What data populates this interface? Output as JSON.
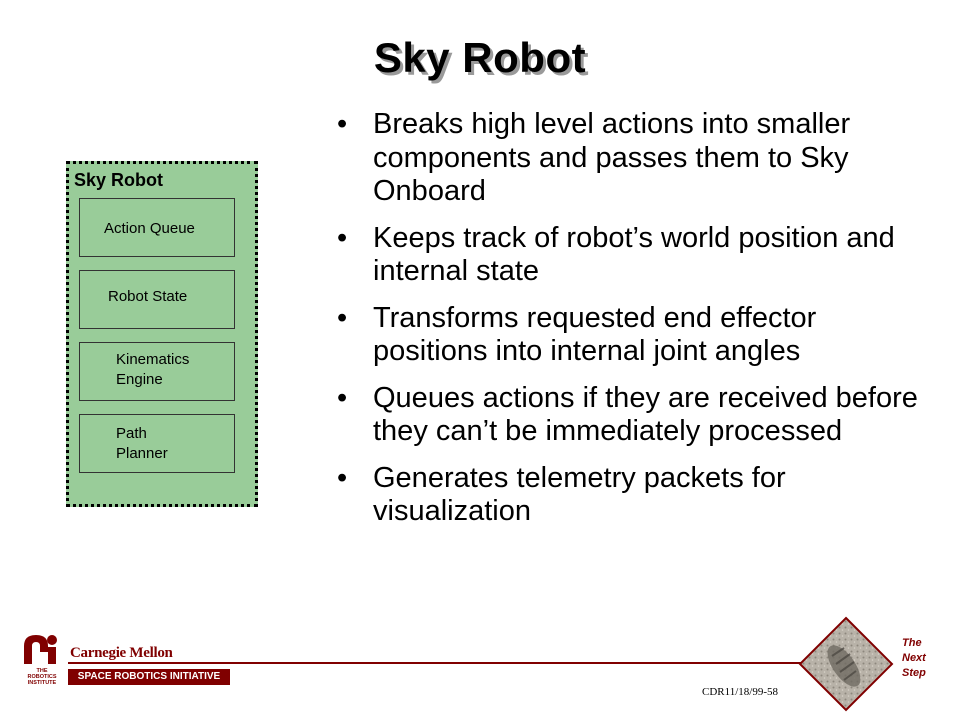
{
  "title": "Sky Robot",
  "bullets": [
    "Breaks high level actions into smaller components and passes them to Sky Onboard",
    "Keeps track of robot’s world position and internal state",
    "Transforms requested end effector positions into internal joint angles",
    "Queues actions if they are received before they can’t be immediately processed",
    "Generates telemetry packets for visualization"
  ],
  "bullet_symbol": "•",
  "diagram": {
    "title": "Sky Robot",
    "modules": [
      "Action Queue",
      "Robot State",
      "Kinematics\nEngine",
      "Path\nPlanner"
    ]
  },
  "footer": {
    "logo_text": "THE ROBOTICS INSTITUTE",
    "university": "Carnegie Mellon",
    "program": "SPACE ROBOTICS INITIATIVE",
    "doc_id": "CDR11/18/99-58",
    "tagline": "The\nNext\nStep"
  },
  "colors": {
    "accent": "#800000",
    "diagram_fill": "#99cc99"
  }
}
